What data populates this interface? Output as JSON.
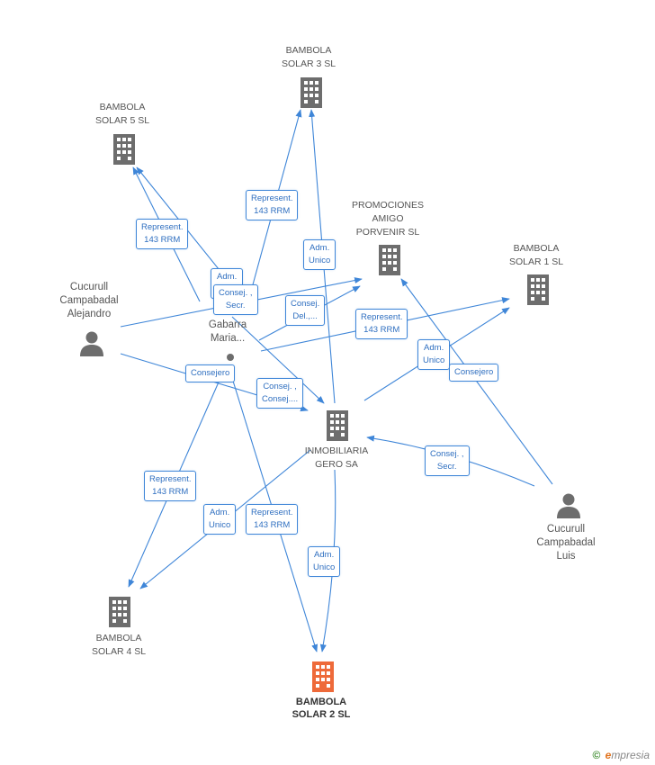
{
  "nodes": {
    "bambola3": {
      "label": "BAMBOLA\nSOLAR 3 SL",
      "type": "company"
    },
    "bambola5": {
      "label": "BAMBOLA\nSOLAR 5 SL",
      "type": "company"
    },
    "promociones": {
      "label": "PROMOCIONES\nAMIGO\nPORVENIR  SL",
      "type": "company"
    },
    "bambola1": {
      "label": "BAMBOLA\nSOLAR 1 SL",
      "type": "company"
    },
    "alejandro": {
      "label": "Cucurull\nCampabadal\nAlejandro",
      "type": "person"
    },
    "maria": {
      "label": "Car...\nGabarra\nMaria...",
      "type": "person"
    },
    "inmobiliaria": {
      "label": "INMOBILIARIA\nGERO SA",
      "type": "company"
    },
    "luis": {
      "label": "Cucurull\nCampabadal\nLuis",
      "type": "person"
    },
    "bambola4": {
      "label": "BAMBOLA\nSOLAR 4 SL",
      "type": "company"
    },
    "bambola2": {
      "label": "BAMBOLA\nSOLAR 2 SL",
      "type": "focus"
    }
  },
  "edge_labels": {
    "e1": "Represent.\n143 RRM",
    "e2": "Represent.\n143 RRM",
    "e3": "Adm.\nUnico",
    "e4": "Adm.\nUnico",
    "e5": "Consej. ,\nSecr.",
    "e6": "Consej.\nDel.,...",
    "e7": "Represent.\n143 RRM",
    "e8": "Adm.\nUnico",
    "e9": "Consejero",
    "e10": "Consejero",
    "e11": "Consej. ,\nConsej....",
    "e12": "Consej. ,\nSecr.",
    "e13": "Represent.\n143 RRM",
    "e14": "Adm.\nUnico",
    "e15": "Represent.\n143 RRM",
    "e16": "Adm.\nUnico"
  },
  "colors": {
    "edge": "#3f86d8",
    "company_icon": "#6d6d6d",
    "person_icon": "#6d6d6d",
    "focus_icon": "#ee6a3a"
  },
  "footer": {
    "copyright": "©",
    "brand_initial": "e",
    "brand_rest": "mpresia"
  }
}
